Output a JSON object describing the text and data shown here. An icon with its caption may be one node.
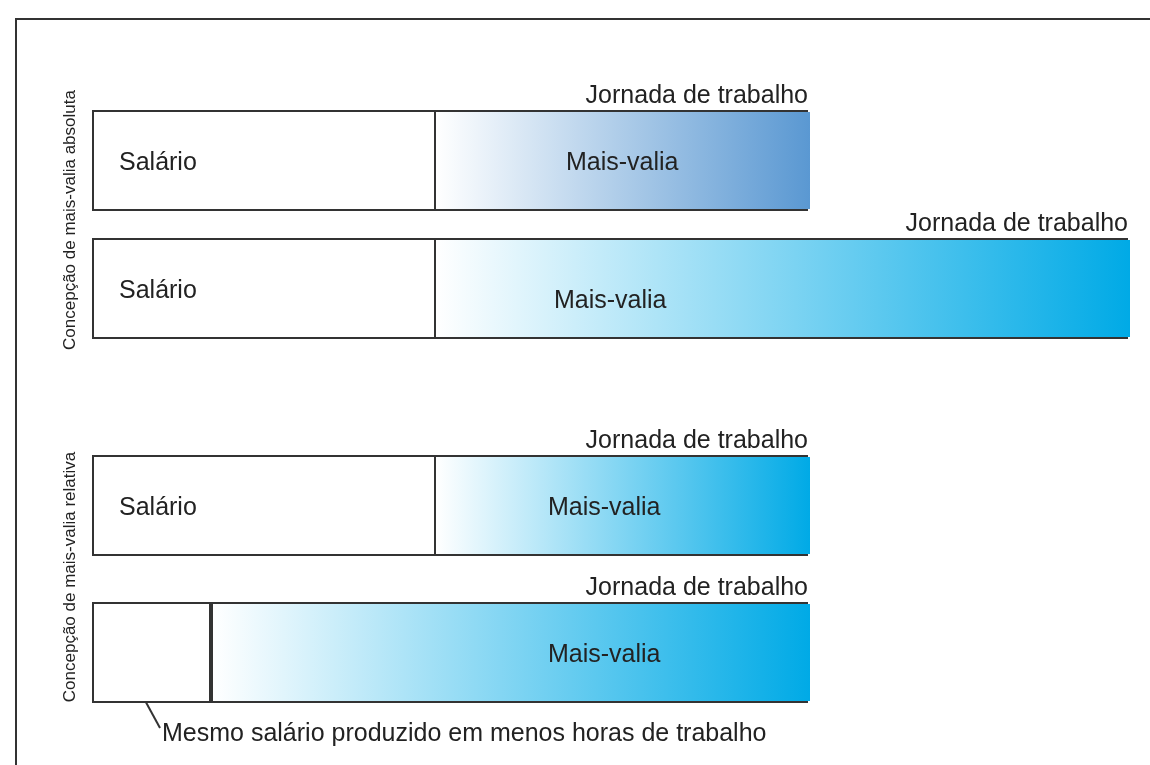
{
  "diagram": {
    "nodes": [
      {
        "text": [
          "Jornada de trabalho"
        ]
      },
      {
        "text": [
          "Salário"
        ],
        "in": 0
      },
      {
        "text": [
          "Mais-valia"
        ],
        "in": 0
      },
      {
        "text": [
          "Jornada de trabalho"
        ]
      },
      {
        "text": [
          "Salário"
        ],
        "in": 3
      },
      {
        "text": [
          "Mais-valia"
        ],
        "in": 3
      },
      {
        "text": [
          "Jornada de trabalho"
        ]
      },
      {
        "text": [
          "Salário"
        ],
        "in": 6
      },
      {
        "text": [
          "Mais-valia"
        ],
        "in": 6
      },
      {
        "text": [
          "Jornada de trabalho"
        ]
      },
      {
        "text": [],
        "shape": "box",
        "in": 9
      },
      {
        "text": [
          "Mais-valia"
        ],
        "in": 9
      },
      {
        "text": [
          "Mesmo salário produzido em menos horas de trabalho"
        ]
      }
    ],
    "edges": [
      {
        "from": 12,
        "to": 10,
        "arrow": "none"
      }
    ],
    "labels": [
      "Concepção de mais-valia absoluta",
      "Concepção de mais-valia relativa"
    ]
  }
}
